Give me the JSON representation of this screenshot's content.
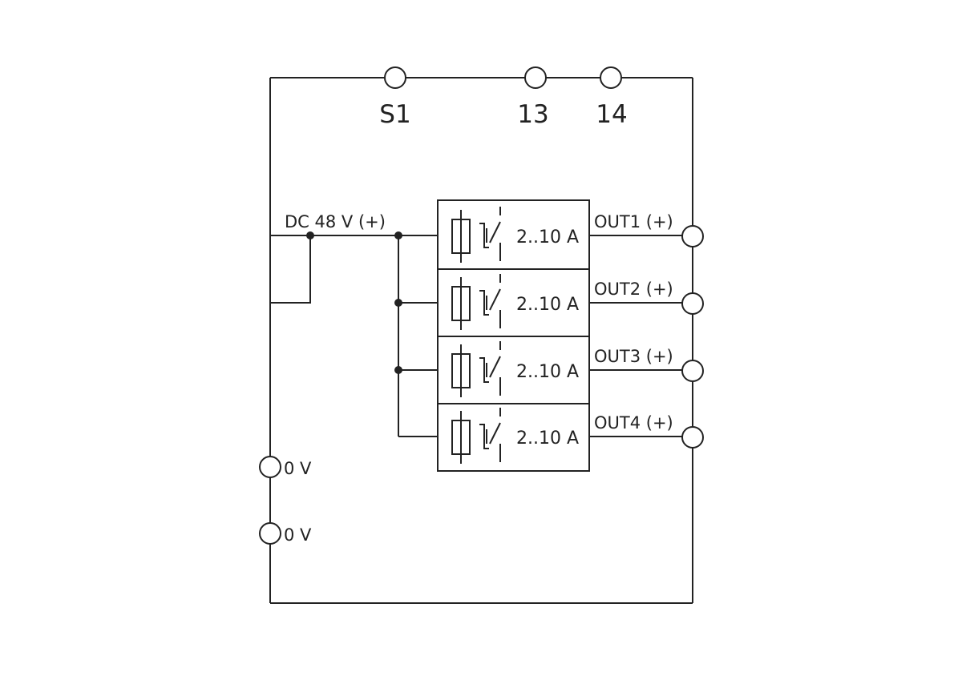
{
  "diagram": {
    "terminals_top": [
      {
        "label": "S1"
      },
      {
        "label": "13"
      },
      {
        "label": "14"
      }
    ],
    "supply_label": "DC 48 V (+)",
    "channels": [
      {
        "rating": "2..10 A",
        "output": "OUT1 (+)"
      },
      {
        "rating": "2..10 A",
        "output": "OUT2 (+)"
      },
      {
        "rating": "2..10 A",
        "output": "OUT3 (+)"
      },
      {
        "rating": "2..10 A",
        "output": "OUT4 (+)"
      }
    ],
    "ground_terminals": [
      {
        "label": "0 V"
      },
      {
        "label": "0 V"
      }
    ],
    "colors": {
      "line": "#222222",
      "background": "#ffffff"
    }
  }
}
